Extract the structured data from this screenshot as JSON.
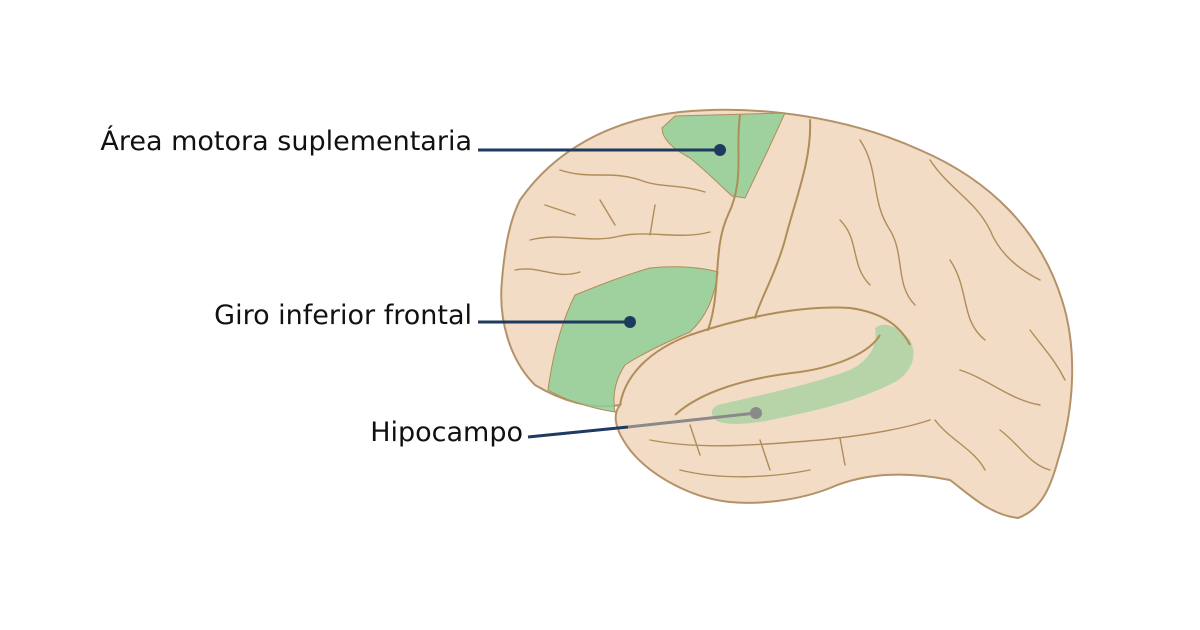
{
  "labels": {
    "supplementary_motor_area": "Área motora suplementaria",
    "inferior_frontal_gyrus": "Giro inferior frontal",
    "hippocampus": "Hipocampo"
  },
  "colors": {
    "brain_fill": "#f2dcc6",
    "brain_outline": "#b39268",
    "sulci": "#b08d58",
    "region_fill": "#8fcf96",
    "leader_line": "#1f3a5f",
    "hippocampus_line": "#8a8a8a",
    "label_text": "#111111"
  }
}
